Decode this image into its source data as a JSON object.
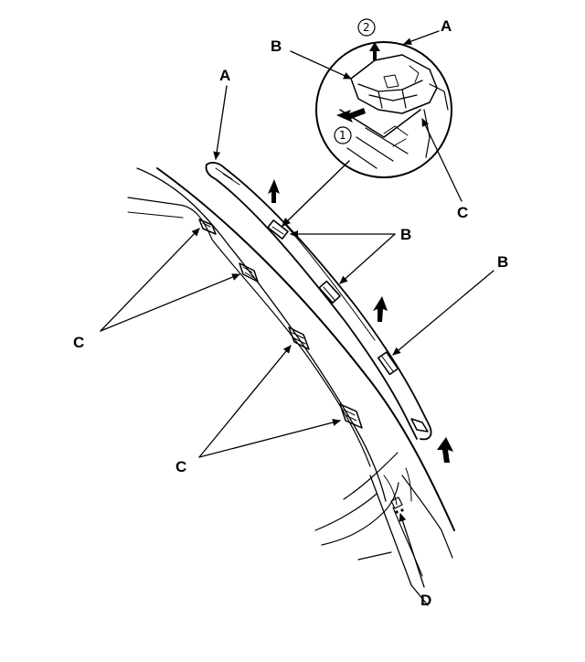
{
  "diagram": {
    "labels": {
      "a_top_right": "A",
      "a_left": "A",
      "b_detail": "B",
      "b_upper": "B",
      "b_right": "B",
      "c_detail": "C",
      "c_upper": "C",
      "c_lower": "C",
      "d": "D"
    },
    "step_numbers": {
      "step1": "1",
      "step2": "2"
    }
  }
}
